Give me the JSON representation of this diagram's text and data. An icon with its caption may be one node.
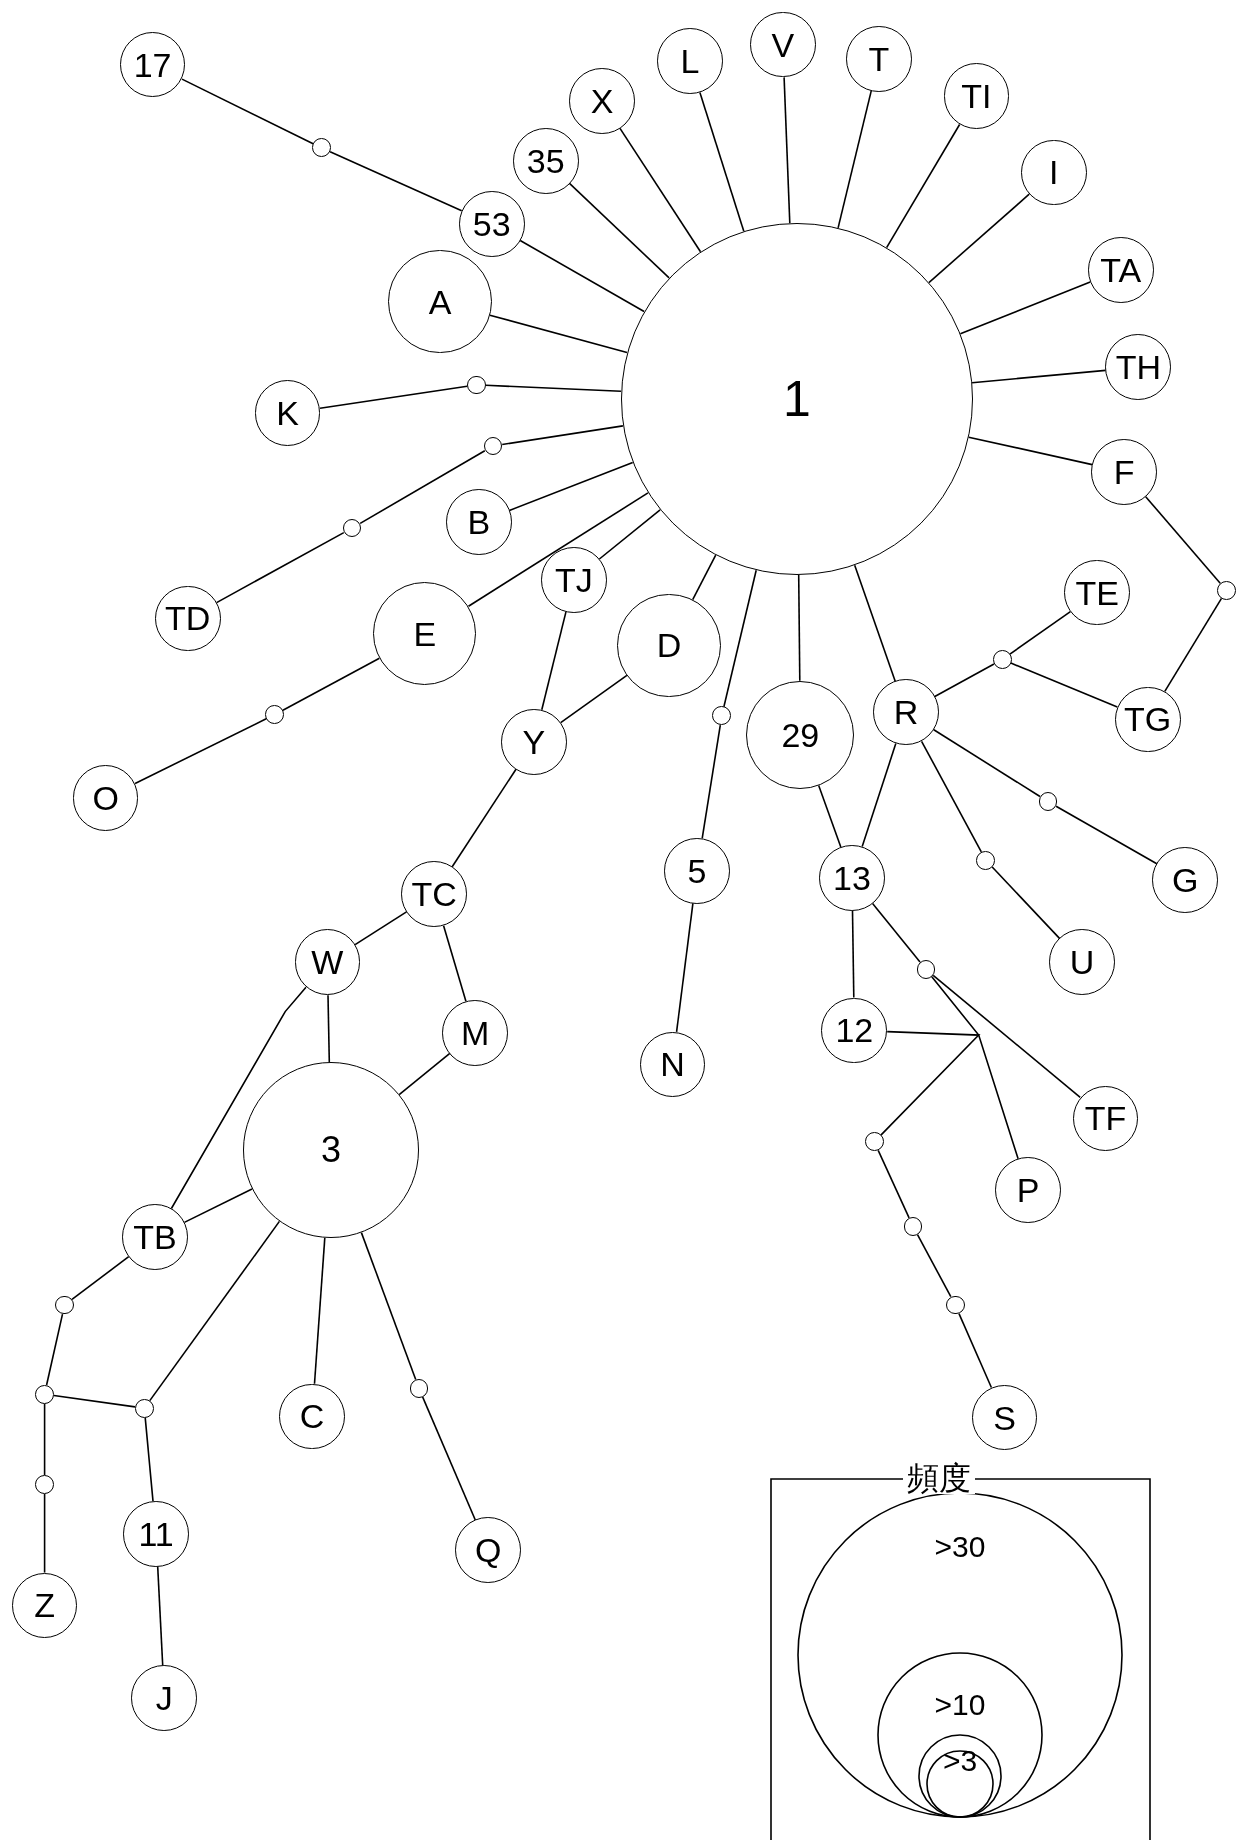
{
  "diagram": {
    "nodes": [
      {
        "text": [
          "1"
        ]
      },
      {
        "text": [
          "17"
        ]
      },
      {
        "text": [
          "X"
        ]
      },
      {
        "text": [
          "L"
        ]
      },
      {
        "text": [
          "V"
        ]
      },
      {
        "text": [
          "T"
        ]
      },
      {
        "text": [
          "TI"
        ]
      },
      {
        "text": [
          "I"
        ]
      },
      {
        "text": [
          "35"
        ]
      },
      {
        "text": [
          "53"
        ]
      },
      {
        "text": [
          "TA"
        ]
      },
      {
        "text": [
          "A"
        ]
      },
      {
        "text": [
          "TH"
        ]
      },
      {
        "text": [
          "K"
        ]
      },
      {
        "text": [
          "F"
        ]
      },
      {
        "text": [
          "B"
        ]
      },
      {
        "text": [
          "TE"
        ]
      },
      {
        "text": [
          "TD"
        ]
      },
      {
        "text": [
          "TJ"
        ]
      },
      {
        "text": [
          "E"
        ]
      },
      {
        "text": [
          "D"
        ]
      },
      {
        "text": [
          "TG"
        ]
      },
      {
        "text": [
          "R"
        ]
      },
      {
        "text": [
          "Y"
        ]
      },
      {
        "text": [
          "29"
        ]
      },
      {
        "text": [
          "O"
        ]
      },
      {
        "text": [
          "5"
        ]
      },
      {
        "text": [
          "13"
        ]
      },
      {
        "text": [
          "G"
        ]
      },
      {
        "text": [
          "TC"
        ]
      },
      {
        "text": [
          "U"
        ]
      },
      {
        "text": [
          "W"
        ]
      },
      {
        "text": [
          "M"
        ]
      },
      {
        "text": [
          "12"
        ]
      },
      {
        "text": [
          "N"
        ]
      },
      {
        "text": [
          "3"
        ]
      },
      {
        "text": [
          "TF"
        ]
      },
      {
        "text": [
          "P"
        ]
      },
      {
        "text": [
          "TB"
        ]
      },
      {
        "text": [
          "C"
        ]
      },
      {
        "text": [
          "S"
        ]
      },
      {
        "text": [
          "11"
        ]
      },
      {
        "text": [
          "Q"
        ]
      },
      {
        "text": [
          "Z"
        ]
      },
      {
        "text": [
          "J"
        ]
      },
      {
        "text": [],
        "shape": "circle"
      },
      {
        "text": [],
        "shape": "circle"
      },
      {
        "text": [],
        "shape": "circle"
      },
      {
        "text": [],
        "shape": "circle"
      },
      {
        "text": [],
        "shape": "circle"
      },
      {
        "text": [],
        "shape": "circle"
      },
      {
        "text": [],
        "shape": "circle"
      },
      {
        "text": [],
        "shape": "circle"
      },
      {
        "text": [],
        "shape": "circle"
      },
      {
        "text": [],
        "shape": "circle"
      },
      {
        "text": [],
        "shape": "circle"
      },
      {
        "text": [],
        "shape": "circle"
      },
      {
        "text": [],
        "shape": "circle"
      },
      {
        "text": [],
        "shape": "circle"
      },
      {
        "text": [],
        "shape": "circle"
      },
      {
        "text": [],
        "shape": "circle"
      },
      {
        "text": [],
        "shape": "circle"
      },
      {
        "text": [],
        "shape": "circle"
      },
      {
        "text": [],
        "shape": "circle"
      }
    ],
    "edges": [
      {
        "from": 1,
        "to": 45,
        "arrow": "none"
      },
      {
        "from": 45,
        "to": 9,
        "arrow": "none"
      },
      {
        "from": 9,
        "to": 0,
        "arrow": "none"
      },
      {
        "from": 8,
        "to": 0,
        "arrow": "none"
      },
      {
        "from": 2,
        "to": 0,
        "arrow": "none"
      },
      {
        "from": 3,
        "to": 0,
        "arrow": "none"
      },
      {
        "from": 4,
        "to": 0,
        "arrow": "none"
      },
      {
        "from": 5,
        "to": 0,
        "arrow": "none"
      },
      {
        "from": 6,
        "to": 0,
        "arrow": "none"
      },
      {
        "from": 7,
        "to": 0,
        "arrow": "none"
      },
      {
        "from": 10,
        "to": 0,
        "arrow": "none"
      },
      {
        "from": 11,
        "to": 0,
        "arrow": "none"
      },
      {
        "from": 12,
        "to": 0,
        "arrow": "none"
      },
      {
        "from": 13,
        "to": 46,
        "arrow": "none"
      },
      {
        "from": 46,
        "to": 0,
        "arrow": "none"
      },
      {
        "from": 0,
        "to": 47,
        "arrow": "none"
      },
      {
        "from": 47,
        "to": 48,
        "arrow": "none"
      },
      {
        "from": 48,
        "to": 17,
        "arrow": "none"
      },
      {
        "from": 0,
        "to": 14,
        "arrow": "none"
      },
      {
        "from": 14,
        "to": 49,
        "arrow": "none"
      },
      {
        "from": 49,
        "to": 21,
        "arrow": "none"
      },
      {
        "from": 0,
        "to": 15,
        "arrow": "none"
      },
      {
        "from": 0,
        "to": 19,
        "arrow": "none"
      },
      {
        "from": 19,
        "to": 51,
        "arrow": "none"
      },
      {
        "from": 51,
        "to": 25,
        "arrow": "none"
      },
      {
        "from": 0,
        "to": 18,
        "arrow": "none"
      },
      {
        "from": 18,
        "to": 23,
        "arrow": "none"
      },
      {
        "from": 0,
        "to": 20,
        "arrow": "none"
      },
      {
        "from": 20,
        "to": 23,
        "arrow": "none"
      },
      {
        "from": 23,
        "to": 29,
        "arrow": "none"
      },
      {
        "from": 29,
        "to": 31,
        "arrow": "none"
      },
      {
        "from": 29,
        "to": 32,
        "arrow": "none"
      },
      {
        "from": 31,
        "to": 35,
        "arrow": "none"
      },
      {
        "from": 32,
        "to": 35,
        "arrow": "none"
      },
      {
        "from": 31,
        "to": 38,
        "arrow": "none"
      },
      {
        "from": 35,
        "to": 38,
        "arrow": "none"
      },
      {
        "from": 0,
        "to": 52,
        "arrow": "none"
      },
      {
        "from": 52,
        "to": 26,
        "arrow": "none"
      },
      {
        "from": 26,
        "to": 34,
        "arrow": "none"
      },
      {
        "from": 0,
        "to": 24,
        "arrow": "none"
      },
      {
        "from": 24,
        "to": 27,
        "arrow": "none"
      },
      {
        "from": 0,
        "to": 22,
        "arrow": "none"
      },
      {
        "from": 22,
        "to": 27,
        "arrow": "none"
      },
      {
        "from": 22,
        "to": 50,
        "arrow": "none"
      },
      {
        "from": 50,
        "to": 16,
        "arrow": "none"
      },
      {
        "from": 50,
        "to": 21,
        "arrow": "none"
      },
      {
        "from": 22,
        "to": 53,
        "arrow": "none"
      },
      {
        "from": 53,
        "to": 28,
        "arrow": "none"
      },
      {
        "from": 22,
        "to": 54,
        "arrow": "none"
      },
      {
        "from": 54,
        "to": 30,
        "arrow": "none"
      },
      {
        "from": 27,
        "to": 33,
        "arrow": "none"
      },
      {
        "from": 27,
        "to": 55,
        "arrow": "none"
      },
      {
        "from": 55,
        "to": 36,
        "arrow": "none"
      },
      {
        "from": 55,
        "to": 37,
        "arrow": "none"
      },
      {
        "from": 33,
        "to": 56,
        "arrow": "none"
      },
      {
        "from": 56,
        "to": 57,
        "arrow": "none"
      },
      {
        "from": 57,
        "to": 59,
        "arrow": "none"
      },
      {
        "from": 59,
        "to": 40,
        "arrow": "none"
      },
      {
        "from": 35,
        "to": 39,
        "arrow": "none"
      },
      {
        "from": 35,
        "to": 60,
        "arrow": "none"
      },
      {
        "from": 60,
        "to": 42,
        "arrow": "none"
      },
      {
        "from": 35,
        "to": 62,
        "arrow": "none"
      },
      {
        "from": 62,
        "to": 41,
        "arrow": "none"
      },
      {
        "from": 41,
        "to": 44,
        "arrow": "none"
      },
      {
        "from": 61,
        "to": 62,
        "arrow": "none"
      },
      {
        "from": 38,
        "to": 58,
        "arrow": "none"
      },
      {
        "from": 58,
        "to": 61,
        "arrow": "none"
      },
      {
        "from": 61,
        "to": 63,
        "arrow": "none"
      },
      {
        "from": 63,
        "to": 43,
        "arrow": "none"
      }
    ],
    "labels": [
      "頻度"
    ],
    "legend": [
      {
        "text": ">30"
      },
      {
        "text": ">10"
      },
      {
        "text": ">3"
      }
    ]
  }
}
